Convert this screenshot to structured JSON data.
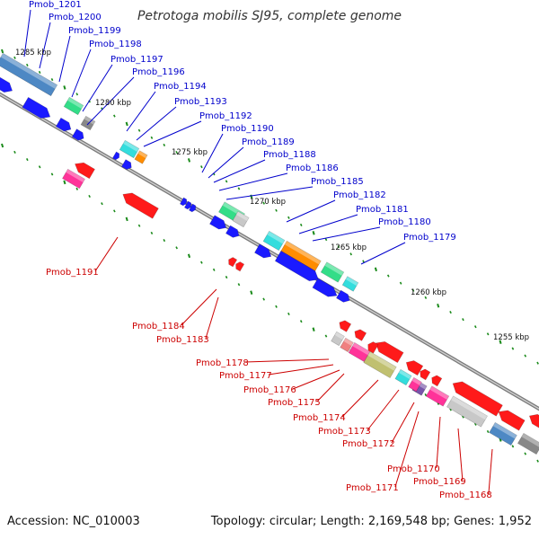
{
  "title": "Petrotoga mobilis SJ95, complete genome",
  "accession": "Accession: NC_010003",
  "topology": "Topology: circular; Length: 2,169,548 bp; Genes: 1,952",
  "kbp_marks": [
    {
      "label": "1285 kbp"
    },
    {
      "label": "1280 kbp"
    },
    {
      "label": "1275 kbp"
    },
    {
      "label": "1270 kbp"
    },
    {
      "label": "1265 kbp"
    },
    {
      "label": "1260 kbp"
    },
    {
      "label": "1255 kbp"
    }
  ],
  "forward_genes": [
    "Pmob_1201",
    "Pmob_1200",
    "Pmob_1199",
    "Pmob_1198",
    "Pmob_1197",
    "Pmob_1196",
    "Pmob_1194",
    "Pmob_1193",
    "Pmob_1192",
    "Pmob_1190",
    "Pmob_1189",
    "Pmob_1188",
    "Pmob_1186",
    "Pmob_1185",
    "Pmob_1182",
    "Pmob_1181",
    "Pmob_1180",
    "Pmob_1179"
  ],
  "reverse_genes": [
    "Pmob_1191",
    "Pmob_1184",
    "Pmob_1183",
    "Pmob_1178",
    "Pmob_1177",
    "Pmob_1176",
    "Pmob_1175",
    "Pmob_1174",
    "Pmob_1173",
    "Pmob_1172",
    "Pmob_1170",
    "Pmob_1171",
    "Pmob_1169",
    "Pmob_1168"
  ],
  "colors": {
    "forward_label": "#0000cc",
    "reverse_label": "#cc0000",
    "backbone": "#8a8a8a",
    "tick": "#1a8a1a",
    "cds_blue": "#1a1aff",
    "cds_red": "#ff1a1a",
    "steel_blue": "#4d88c4",
    "green": "#33dd88",
    "grey": "#888888",
    "light_grey": "#c8c8c8",
    "cyan": "#33dddd",
    "orange": "#ff8c00",
    "pink": "#ff3399",
    "salmon": "#f08080",
    "olive": "#c0c070",
    "purple": "#7755aa"
  }
}
